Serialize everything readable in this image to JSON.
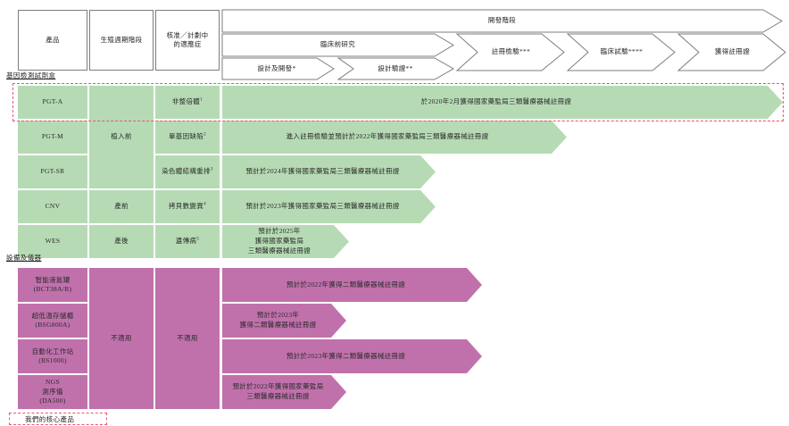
{
  "header": {
    "columns": [
      {
        "id": "product",
        "label": "產品"
      },
      {
        "id": "lifecycle",
        "label": "生殖週期階段"
      },
      {
        "id": "indication",
        "label": "核准／計劃中\n的適應症"
      }
    ],
    "phase_band": "開發階段",
    "preclinical": "臨床前研究",
    "preclinical_steps": [
      {
        "id": "design-dev",
        "label": "設計及開發*"
      },
      {
        "id": "design-verify",
        "label": "設計驗證**"
      }
    ],
    "stages": [
      {
        "id": "registration-test",
        "label": "註冊檢驗***"
      },
      {
        "id": "clinical-trial",
        "label": "臨床試驗****"
      },
      {
        "id": "obtain-certificate",
        "label": "獲得註冊證"
      }
    ]
  },
  "sections": [
    {
      "id": "kits",
      "label": "基因檢測試劑盒"
    },
    {
      "id": "equipment",
      "label": "設備及儀器"
    }
  ],
  "kits": {
    "lifecycle_groups": [
      {
        "id": "pre-implantation",
        "label": "植入前"
      },
      {
        "id": "prenatal",
        "label": "產前"
      },
      {
        "id": "postnatal",
        "label": "產後"
      }
    ],
    "rows": [
      {
        "id": "pgt-a",
        "product": "PGT-A",
        "indication": "非整倍體",
        "indication_note": "1",
        "progress": "於2020年2月獲得國家藥監局三類醫療器械註冊證",
        "highlighted": true
      },
      {
        "id": "pgt-m",
        "product": "PGT-M",
        "indication": "單基因缺陷",
        "indication_note": "2",
        "progress": "進入註冊檢驗並預計於2022年獲得國家藥監局三類醫療器械註冊證",
        "highlighted": false
      },
      {
        "id": "pgt-sr",
        "product": "PGT-SR",
        "indication": "染色體結構重排",
        "indication_note": "3",
        "progress": "預計於2024年獲得國家藥監局三類醫療器械註冊證",
        "highlighted": false
      },
      {
        "id": "cnv",
        "product": "CNV",
        "indication": "拷貝數變異",
        "indication_note": "4",
        "progress": "預計於2023年獲得國家藥監局三類醫療器械註冊證",
        "highlighted": false
      },
      {
        "id": "wes",
        "product": "WES",
        "indication": "遺傳病",
        "indication_note": "5",
        "progress": "預計於2025年\n獲得國家藥監局\n三類醫療器械註冊證",
        "highlighted": false
      }
    ]
  },
  "equipment": {
    "lifecycle_value": "不適用",
    "indication_value": "不適用",
    "rows": [
      {
        "id": "bct38",
        "product": "智能液氮罐\n(BCT38A/B)",
        "progress": "預計於2022年獲得二類醫療器械註冊證"
      },
      {
        "id": "bsg800a",
        "product": "超低溫存儲櫃\n(BSG800A)",
        "progress": "預計於2023年\n獲得二類醫療器械註冊證"
      },
      {
        "id": "bs1000",
        "product": "自動化工作站\n(BS1000)",
        "progress": "預計於2023年獲得二類醫療器械註冊證"
      },
      {
        "id": "da500",
        "product": "NGS\n測序儀\n(DA500)",
        "progress": "預計於2022年獲得國家藥監局\n三類醫療器械註冊證"
      }
    ]
  },
  "legend": {
    "label": "我們的核心產品"
  },
  "colors": {
    "green": "#b6dbb4",
    "purple": "#c071ac",
    "highlight": "#e8576f",
    "outline": "#7d7d7d",
    "text": "#231f20"
  }
}
